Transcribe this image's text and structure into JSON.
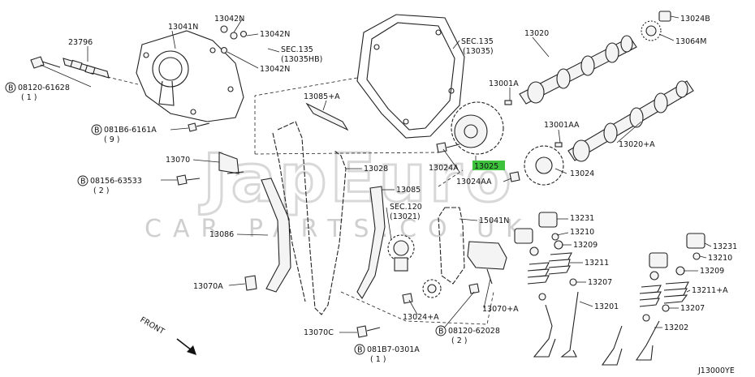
{
  "diagram_id": "J13000YE",
  "watermark": {
    "brand": "JapEuro",
    "tagline": "CAR PARTS.CO.UK"
  },
  "front_label": "FRONT",
  "highlight_color": "#3ec23e",
  "labels": [
    {
      "id": "p23796",
      "text": "23796"
    },
    {
      "id": "p13041N",
      "text": "13041N"
    },
    {
      "id": "p13042N_a",
      "text": "13042N"
    },
    {
      "id": "p13042N_b",
      "text": "13042N"
    },
    {
      "id": "p13042N_c",
      "text": "13042N"
    },
    {
      "id": "sec135_a",
      "text": "SEC.135"
    },
    {
      "id": "sec135_a_sub",
      "text": "(13035HB)"
    },
    {
      "id": "b08120_61628",
      "text": "08120-61628"
    },
    {
      "id": "b08120_61628_q",
      "text": "( 1 )"
    },
    {
      "id": "b081b6_6161a",
      "text": "081B6-6161A"
    },
    {
      "id": "b081b6_6161a_q",
      "text": "( 9 )"
    },
    {
      "id": "p13070",
      "text": "13070"
    },
    {
      "id": "b08156_63533",
      "text": "08156-63533"
    },
    {
      "id": "b08156_63533_q",
      "text": "( 2 )"
    },
    {
      "id": "p13086",
      "text": "13086"
    },
    {
      "id": "p13070A",
      "text": "13070A"
    },
    {
      "id": "p13070C",
      "text": "13070C"
    },
    {
      "id": "b081b7_0301a",
      "text": "081B7-0301A"
    },
    {
      "id": "b081b7_0301a_q",
      "text": "( 1 )"
    },
    {
      "id": "p13085A",
      "text": "13085+A"
    },
    {
      "id": "p13028",
      "text": "13028"
    },
    {
      "id": "p13085",
      "text": "13085"
    },
    {
      "id": "sec120",
      "text": "SEC.120"
    },
    {
      "id": "sec120_sub",
      "text": "(13021)"
    },
    {
      "id": "p13024_plusA",
      "text": "13024+A"
    },
    {
      "id": "b08120_62028",
      "text": "08120-62028"
    },
    {
      "id": "b08120_62028_q",
      "text": "( 2 )"
    },
    {
      "id": "p15041N",
      "text": "15041N"
    },
    {
      "id": "p13070_plusA",
      "text": "13070+A"
    },
    {
      "id": "sec135_b",
      "text": "SEC.135"
    },
    {
      "id": "sec135_b_sub",
      "text": "(13035)"
    },
    {
      "id": "p13020",
      "text": "13020"
    },
    {
      "id": "p13001A",
      "text": "13001A"
    },
    {
      "id": "p13001AA",
      "text": "13001AA"
    },
    {
      "id": "p13020A",
      "text": "13020+A"
    },
    {
      "id": "p13024B",
      "text": "13024B"
    },
    {
      "id": "p13064M",
      "text": "13064M"
    },
    {
      "id": "p13024A",
      "text": "13024A"
    },
    {
      "id": "p13025",
      "text": "13025"
    },
    {
      "id": "p13024AA",
      "text": "13024AA"
    },
    {
      "id": "p13024",
      "text": "13024"
    },
    {
      "id": "p13231_a",
      "text": "13231"
    },
    {
      "id": "p13210_a",
      "text": "13210"
    },
    {
      "id": "p13209_a",
      "text": "13209"
    },
    {
      "id": "p13211_a",
      "text": "13211"
    },
    {
      "id": "p13207_a",
      "text": "13207"
    },
    {
      "id": "p13201",
      "text": "13201"
    },
    {
      "id": "p13231_b",
      "text": "13231"
    },
    {
      "id": "p13210_b",
      "text": "13210"
    },
    {
      "id": "p13209_b",
      "text": "13209"
    },
    {
      "id": "p13211A",
      "text": "13211+A"
    },
    {
      "id": "p13207_b",
      "text": "13207"
    },
    {
      "id": "p13202",
      "text": "13202"
    }
  ],
  "bolt_symbol": "B"
}
